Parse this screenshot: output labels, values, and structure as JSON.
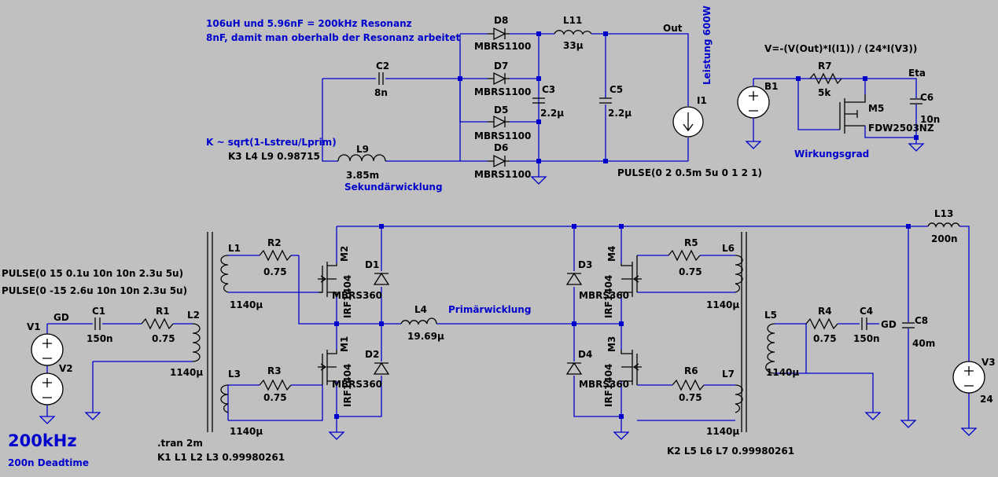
{
  "notes": {
    "resonance": "106uH und 5.96nF = 200kHz Resonanz",
    "above_resonance": "8nF, damit man oberhalb der Resonanz arbeitet",
    "coupling_formula": "K ~ sqrt(1-Lstreu/Lprim)",
    "power": "Leistung 600W",
    "efficiency_formula": "V=-(V(Out)*I(I1)) / (24*I(V3))",
    "efficiency": "Wirkungsgrad",
    "secondary": "Sekundärwicklung",
    "primary": "Primärwicklung",
    "frequency": "200kHz",
    "deadtime": "200n Deadtime",
    "tran": ".tran 2m",
    "k1": "K1 L1 L2 L3 0.99980261",
    "k2": "K2 L5 L6 L7 0.99980261",
    "k3": "K3 L4 L9 0.98715",
    "pulse1": "PULSE(0 15 0.1u 10n 10n 2.3u 5u)",
    "pulse2": "PULSE(0 -15 2.6u 10n 10n 2.3u 5u)",
    "pulse_load": "PULSE(0 2 0.5m 5u 0 1 2 1)"
  },
  "nets": {
    "out": "Out",
    "gd1": "GD",
    "gd2": "GD",
    "eta": "Eta"
  },
  "components": {
    "C2": {
      "name": "C2",
      "value": "8n"
    },
    "D8": {
      "name": "D8",
      "value": "MBRS1100"
    },
    "D7": {
      "name": "D7",
      "value": "MBRS1100"
    },
    "D5": {
      "name": "D5",
      "value": "MBRS1100"
    },
    "D6": {
      "name": "D6",
      "value": "MBRS1100"
    },
    "L11": {
      "name": "L11",
      "value": "33µ"
    },
    "C3": {
      "name": "C3",
      "value": "2.2µ"
    },
    "C5": {
      "name": "C5",
      "value": "2.2µ"
    },
    "I1": {
      "name": "I1"
    },
    "L9": {
      "name": "L9",
      "value": "3.85m"
    },
    "B1": {
      "name": "B1"
    },
    "R7": {
      "name": "R7",
      "value": "5k"
    },
    "M5": {
      "name": "M5",
      "value": "FDW2503NZ"
    },
    "C6": {
      "name": "C6",
      "value": "10n"
    },
    "L1": {
      "name": "L1",
      "value": "1140µ"
    },
    "R2": {
      "name": "R2",
      "value": "0.75"
    },
    "M2": {
      "name": "M2",
      "value": "IRF1404"
    },
    "D1": {
      "name": "D1",
      "value": "MBRS360"
    },
    "L3": {
      "name": "L3",
      "value": "1140µ"
    },
    "R3": {
      "name": "R3",
      "value": "0.75"
    },
    "M1": {
      "name": "M1",
      "value": "IRF1404"
    },
    "D2": {
      "name": "D2",
      "value": "MBRS360"
    },
    "L4": {
      "name": "L4",
      "value": "19.69µ"
    },
    "D3": {
      "name": "D3",
      "value": "MBRS360"
    },
    "M4": {
      "name": "M4",
      "value": "IRF1404"
    },
    "R5": {
      "name": "R5",
      "value": "0.75"
    },
    "L6": {
      "name": "L6",
      "value": "1140µ"
    },
    "D4": {
      "name": "D4",
      "value": "MBRS360"
    },
    "M3": {
      "name": "M3",
      "value": "IRF1404"
    },
    "R6": {
      "name": "R6",
      "value": "0.75"
    },
    "L7": {
      "name": "L7",
      "value": "1140µ"
    },
    "L13": {
      "name": "L13",
      "value": "200n"
    },
    "C8": {
      "name": "C8",
      "value": "40m"
    },
    "V3": {
      "name": "V3",
      "value": "24"
    },
    "L5": {
      "name": "L5",
      "value": "1140µ"
    },
    "R4": {
      "name": "R4",
      "value": "0.75"
    },
    "C4": {
      "name": "C4",
      "value": "150n"
    },
    "V1": {
      "name": "V1"
    },
    "V2": {
      "name": "V2"
    },
    "C1": {
      "name": "C1",
      "value": "150n"
    },
    "R1": {
      "name": "R1",
      "value": "0.75"
    },
    "L2": {
      "name": "L2",
      "value": "1140µ"
    }
  }
}
